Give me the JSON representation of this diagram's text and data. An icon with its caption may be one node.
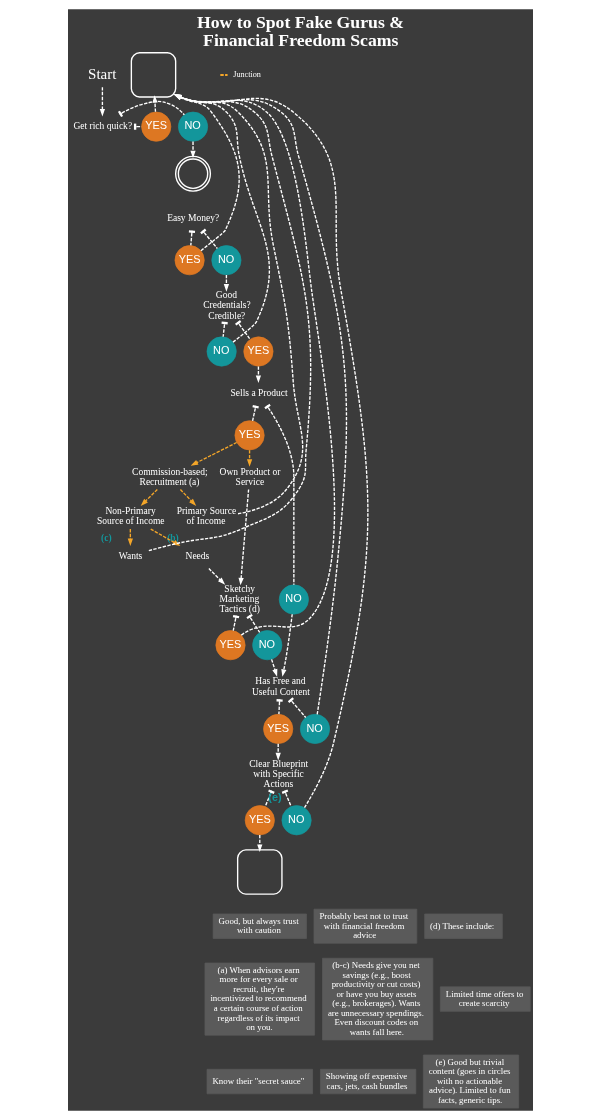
{
  "diagram": {
    "title": "How to Spot Fake Gurus & Financial Freedom Scams",
    "nodes": [
      {
        "text": [
          "Start"
        ]
      },
      {
        "text": [
          "Get rich quick?"
        ]
      },
      {
        "text": [
          "NO"
        ]
      },
      {
        "text": [
          "YES"
        ]
      },
      {
        "text": [],
        "shape": "circle"
      },
      {
        "text": [],
        "shape": "box"
      },
      {
        "text": [
          "Easy Money?"
        ]
      },
      {
        "text": [
          "YES"
        ]
      },
      {
        "text": [
          "NO"
        ]
      },
      {
        "text": [
          "Good Credentials? Credible?"
        ]
      },
      {
        "text": [
          "NO"
        ]
      },
      {
        "text": [
          "YES"
        ]
      },
      {
        "text": [
          "Sells a Product"
        ]
      },
      {
        "text": [
          "YES"
        ]
      },
      {
        "text": [
          "NO"
        ]
      },
      {
        "text": [
          "Commission-based; Recruitment (a)"
        ]
      },
      {
        "text": [
          "Non-Primary Source of Income"
        ]
      },
      {
        "text": [
          "Primary Source of Income"
        ]
      },
      {
        "text": [
          "Wants"
        ],
        "beside": [
          "(c)"
        ]
      },
      {
        "text": [
          "Needs"
        ],
        "beside": [
          "(b)"
        ]
      },
      {
        "text": [
          "Own Product or Service"
        ]
      },
      {
        "text": [
          "Sketchy Marketing Tactics (d)"
        ]
      },
      {
        "text": [
          "YES"
        ]
      },
      {
        "text": [
          "NO"
        ]
      },
      {
        "text": [
          "Has Free and Useful Content"
        ]
      },
      {
        "text": [
          "YES"
        ]
      },
      {
        "text": [
          "NO"
        ]
      },
      {
        "text": [],
        "shape": "box"
      },
      {
        "text": [
          "Clear Blueprint with Specific Actions"
        ]
      },
      {
        "text": [
          "YES"
        ]
      },
      {
        "text": [
          "NO"
        ],
        "beside": [
          "(e)"
        ]
      }
    ],
    "edges": [
      {
        "from": 0,
        "to": 1,
        "arrow": "to"
      },
      {
        "from": 1,
        "to": 2,
        "arrow": "other"
      },
      {
        "from": 2,
        "to": 4,
        "arrow": "to"
      },
      {
        "from": 1,
        "to": 3,
        "arrow": "other"
      },
      {
        "from": 3,
        "to": 5,
        "arrow": "to"
      },
      {
        "from": 6,
        "to": 7,
        "arrow": "other"
      },
      {
        "from": 7,
        "to": 5,
        "arrow": "to"
      },
      {
        "from": 6,
        "to": 8,
        "arrow": "other"
      },
      {
        "from": 8,
        "to": 9,
        "arrow": "to"
      },
      {
        "from": 9,
        "to": 10,
        "arrow": "other"
      },
      {
        "from": 10,
        "to": 5,
        "arrow": "to"
      },
      {
        "from": 9,
        "to": 11,
        "arrow": "other"
      },
      {
        "from": 11,
        "to": 12,
        "arrow": "to"
      },
      {
        "from": 12,
        "to": 13,
        "arrow": "other"
      },
      {
        "from": 13,
        "to": 15,
        "arrow": "to",
        "color": "#f4a629"
      },
      {
        "from": 13,
        "to": 20,
        "arrow": "to",
        "color": "#f4a629"
      },
      {
        "from": 12,
        "to": 14,
        "arrow": "other"
      },
      {
        "from": 14,
        "to": 24,
        "arrow": "to"
      },
      {
        "from": 15,
        "to": 16,
        "arrow": "to",
        "color": "#f4a629"
      },
      {
        "from": 15,
        "to": 17,
        "arrow": "to",
        "color": "#f4a629"
      },
      {
        "from": 17,
        "to": 5,
        "arrow": "to"
      },
      {
        "from": 16,
        "to": 18,
        "arrow": "to",
        "color": "#f4a629"
      },
      {
        "from": 16,
        "to": 19,
        "arrow": "to",
        "color": "#f4a629"
      },
      {
        "from": 18,
        "to": 5,
        "arrow": "to"
      },
      {
        "from": 19,
        "to": 21,
        "arrow": "to"
      },
      {
        "from": 20,
        "to": 21,
        "arrow": "to"
      },
      {
        "from": 21,
        "to": 22,
        "arrow": "other"
      },
      {
        "from": 21,
        "to": 23,
        "arrow": "other"
      },
      {
        "from": 22,
        "to": 5,
        "arrow": "to"
      },
      {
        "from": 23,
        "to": 24,
        "arrow": "to"
      },
      {
        "from": 24,
        "to": 25,
        "arrow": "other"
      },
      {
        "from": 24,
        "to": 26,
        "arrow": "other"
      },
      {
        "from": 25,
        "to": 28,
        "arrow": "to"
      },
      {
        "from": 26,
        "to": 5,
        "arrow": "to"
      },
      {
        "from": 28,
        "to": 29,
        "arrow": "other"
      },
      {
        "from": 29,
        "to": 27,
        "arrow": "to"
      },
      {
        "from": 28,
        "to": 30,
        "arrow": "other"
      },
      {
        "from": 30,
        "to": 5,
        "arrow": "to"
      }
    ],
    "labels": [
      "Good, but always trust with caution",
      "Probably best not to trust with financial freedom advice",
      "(d) These include:",
      "(a) When advisors earn more for every sale or recruit, they're incentivized to recommend a certain course of action regardless of its impact on you.",
      "(b-c) Needs give you net savings (e.g., boost productivity or cut costs) or have you buy assets (e.g., brokerages). Wants are unnecessary spendings. Even discount codes on wants fall here.",
      "Limited time offers to create scarcity",
      "Know their \"secret sauce\"",
      "Showing off expensive cars, jets, cash bundles",
      "(e) Good but trivial content (goes in circles with no actionable advice). Limited to fun facts, generic tips."
    ],
    "legend": [
      {
        "text": "Junction"
      }
    ]
  }
}
